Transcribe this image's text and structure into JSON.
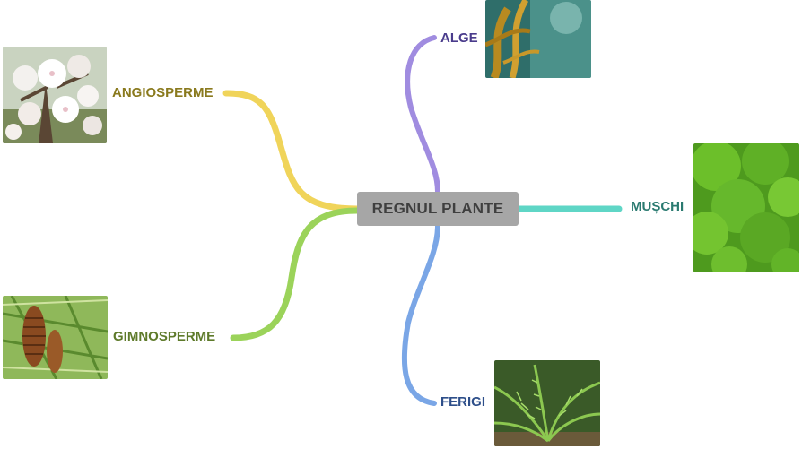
{
  "center": {
    "label": "REGNUL PLANTE"
  },
  "branches": [
    {
      "id": "angiosperme",
      "label": "ANGIOSPERME",
      "color": "#f0d45a",
      "text_color": "#8a7a1e",
      "image_icon": "apple-blossom-photo"
    },
    {
      "id": "gimnosperme",
      "label": "GIMNOSPERME",
      "color": "#9bd35a",
      "text_color": "#5e7a2a",
      "image_icon": "pine-cone-photo"
    },
    {
      "id": "alge",
      "label": "ALGE",
      "color": "#a08ce0",
      "text_color": "#4a3c8c",
      "image_icon": "kelp-underwater-photo"
    },
    {
      "id": "muschi",
      "label": "MUȘCHI",
      "color": "#5fd6c6",
      "text_color": "#2a7a70",
      "image_icon": "moss-photo"
    },
    {
      "id": "ferigi",
      "label": "FERIGI",
      "color": "#7aa6e6",
      "text_color": "#2e4f8a",
      "image_icon": "fern-photo"
    }
  ]
}
